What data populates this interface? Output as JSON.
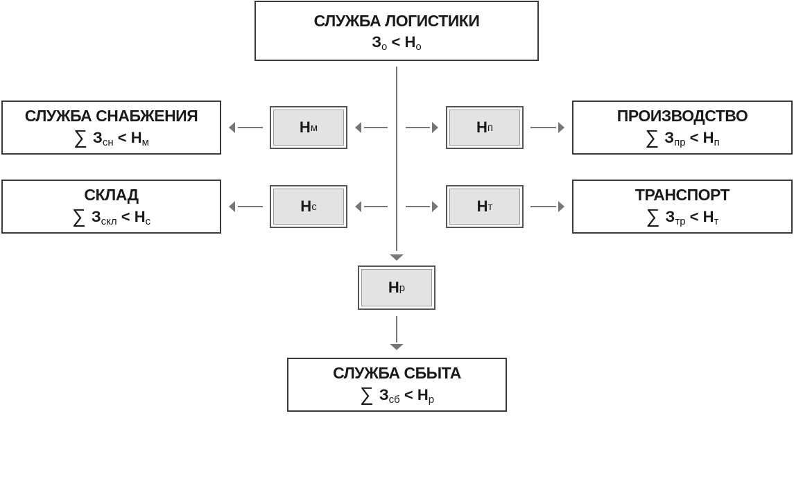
{
  "logistics": {
    "title": "СЛУЖБА ЛОГИСТИКИ",
    "lhs": "З",
    "lhs_sub": "о",
    "op": "<",
    "rhs": "Н",
    "rhs_sub": "о"
  },
  "supply": {
    "title": "СЛУЖБА СНАБЖЕНИЯ",
    "sum": "∑",
    "lhs": "З",
    "lhs_sub": "сн",
    "op": "<",
    "rhs": "Н",
    "rhs_sub": "м"
  },
  "production": {
    "title": "ПРОИЗВОДСТВО",
    "sum": "∑",
    "lhs": "З",
    "lhs_sub": "пр",
    "op": "<",
    "rhs": "Н",
    "rhs_sub": "п"
  },
  "warehouse": {
    "title": "СКЛАД",
    "sum": "∑",
    "lhs": "З",
    "lhs_sub": "скл",
    "op": "<",
    "rhs": "Н",
    "rhs_sub": "с"
  },
  "transport": {
    "title": "ТРАНСПОРТ",
    "sum": "∑",
    "lhs": "З",
    "lhs_sub": "тр",
    "op": "<",
    "rhs": "Н",
    "rhs_sub": "т"
  },
  "sales": {
    "title": "СЛУЖБА СБЫТА",
    "sum": "∑",
    "lhs": "З",
    "lhs_sub": "сб",
    "op": "<",
    "rhs": "Н",
    "rhs_sub": "р"
  },
  "norms": {
    "nm": {
      "main": "Н",
      "sub": "м"
    },
    "np": {
      "main": "Н",
      "sub": "п"
    },
    "ns": {
      "main": "Н",
      "sub": "с"
    },
    "nt": {
      "main": "Н",
      "sub": "т"
    },
    "nr": {
      "main": "Н",
      "sub": "р"
    }
  },
  "colors": {
    "line": "#4a4a4a",
    "arrowhead": "#777777",
    "norm_fill": "#e3e3e3",
    "border": "#3a3a3a"
  }
}
